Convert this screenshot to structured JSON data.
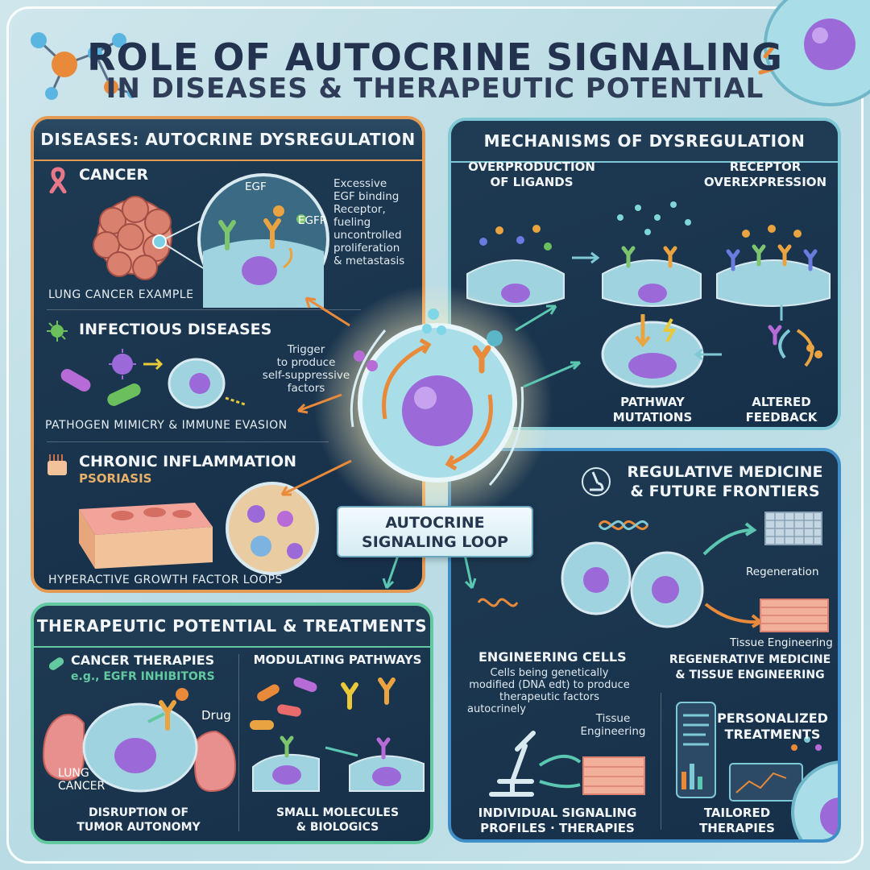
{
  "title": {
    "line1": "ROLE OF AUTOCRINE SIGNALING",
    "line2": "IN DISEASES & THERAPEUTIC POTENTIAL"
  },
  "diseases": {
    "header": "DISEASES: AUTOCRINE DYSREGULATION",
    "cancer": {
      "title": "CANCER",
      "egf": "EGF",
      "egfr": "EGFR",
      "desc": [
        "Excessive",
        "EGF binding",
        "Receptor,",
        "fueling",
        "uncontrolled",
        "proliferation",
        "& metastasis"
      ],
      "caption": "LUNG CANCER EXAMPLE"
    },
    "infectious": {
      "title": "INFECTIOUS DISEASES",
      "desc": [
        "Trigger",
        "to produce",
        "self-suppressive",
        "factors"
      ],
      "caption": "PATHOGEN MIMICRY & IMMUNE EVASION"
    },
    "inflammation": {
      "title": "CHRONIC INFLAMMATION",
      "sub": "PSORIASIS",
      "caption": "HYPERACTIVE GROWTH FACTOR LOOPS"
    }
  },
  "mechanisms": {
    "header": "MECHANISMS OF DYSREGULATION",
    "overproduction": [
      "OVERPRODUCTION",
      "OF LIGANDS"
    ],
    "receptor": [
      "RECEPTOR",
      "OVEREXPRESSION"
    ],
    "pathway": [
      "PATHWAY",
      "MUTATIONS"
    ],
    "feedback": [
      "ALTERED",
      "FEEDBACK"
    ]
  },
  "center": {
    "ribbon": [
      "AUTOCRINE",
      "SIGNALING LOOP"
    ]
  },
  "regenerative": {
    "header": [
      "REGULATIVE MEDICINE",
      "& FUTURE FRONTIERS"
    ],
    "regeneration": "Regeneration",
    "tissue_eng": "Tissue Engineering",
    "engineering_title": "ENGINEERING CELLS",
    "engineering_desc": [
      "Cells being genetically",
      "modified (DNA edt) to produce",
      "therapeutic factors",
      "autocrinely"
    ],
    "tissue_eng2": [
      "Tissue",
      "Engineering"
    ],
    "regen_med": [
      "REGENERATIVE MEDICINE",
      "& TISSUE ENGINEERING"
    ],
    "personalized": [
      "PERSONALIZED",
      "TREATMENTS"
    ],
    "individual": [
      "INDIVIDUAL SIGNALING",
      "PROFILES · THERAPIES"
    ],
    "tailored": [
      "TAILORED",
      "THERAPIES"
    ]
  },
  "therapeutic": {
    "header": "THERAPEUTIC POTENTIAL & TREATMENTS",
    "cancer_therapies": "CANCER THERAPIES",
    "egfr_inhibitors": "e.g., EGFR INHIBITORS",
    "drug": "Drug",
    "lung_cancer": [
      "LUNG",
      "CANCER"
    ],
    "disruption": [
      "DISRUPTION OF",
      "TUMOR AUTONOMY"
    ],
    "modulating": "MODULATING PATHWAYS",
    "small_molecules": [
      "SMALL MOLECULES",
      "& BIOLOGICS"
    ]
  },
  "colors": {
    "orange": "#e39a55",
    "teal": "#7fc9d6",
    "blue": "#3f8ec8",
    "green": "#62c9a0",
    "cell": "#9c6ad8"
  },
  "icons": [
    "molecule-icon",
    "ribbon-icon",
    "virus-icon",
    "skin-icon",
    "microscope-icon",
    "capsule-icon",
    "dna-icon"
  ]
}
